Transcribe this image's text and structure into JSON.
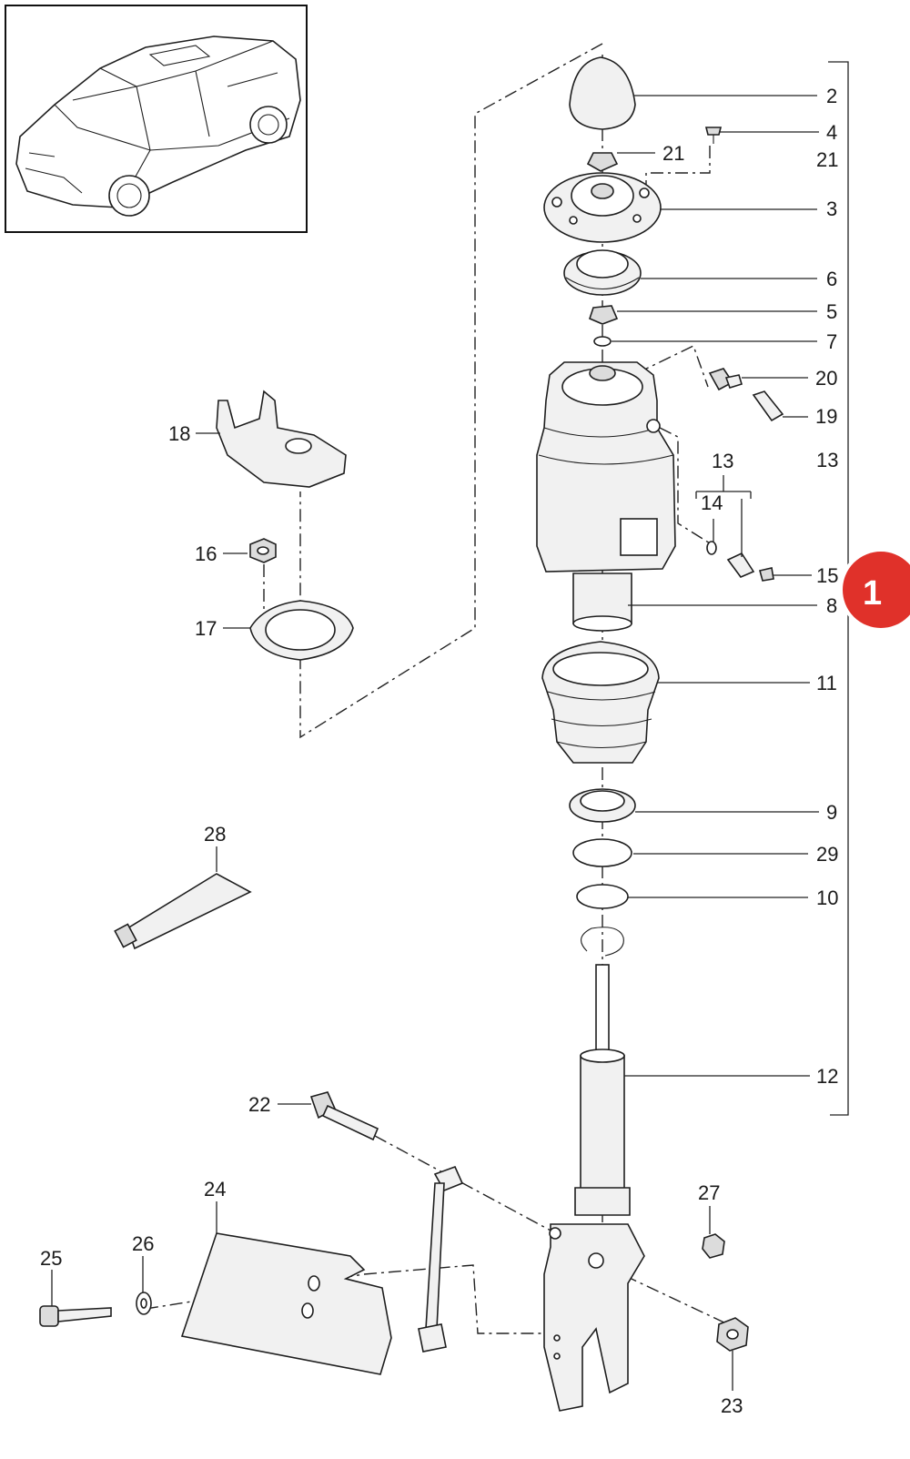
{
  "callouts": {
    "c2": "2",
    "c4": "4",
    "c21a": "21",
    "c21b": "21",
    "c3": "3",
    "c6": "6",
    "c5": "5",
    "c7": "7",
    "c20": "20",
    "c19": "19",
    "c13a": "13",
    "c13b": "13",
    "c14": "14",
    "c15": "15",
    "c8": "8",
    "c11": "11",
    "c9": "9",
    "c29": "29",
    "c10": "10",
    "c12": "12",
    "c18": "18",
    "c16": "16",
    "c17": "17",
    "c28": "28",
    "c22": "22",
    "c24": "24",
    "c25": "25",
    "c26": "26",
    "c27": "27",
    "c23": "23"
  },
  "badge": {
    "label": "1",
    "color": "#e0312a"
  },
  "colors": {
    "line": "#1e1e1e",
    "part_fill": "#f1f1f1",
    "background": "#ffffff"
  }
}
